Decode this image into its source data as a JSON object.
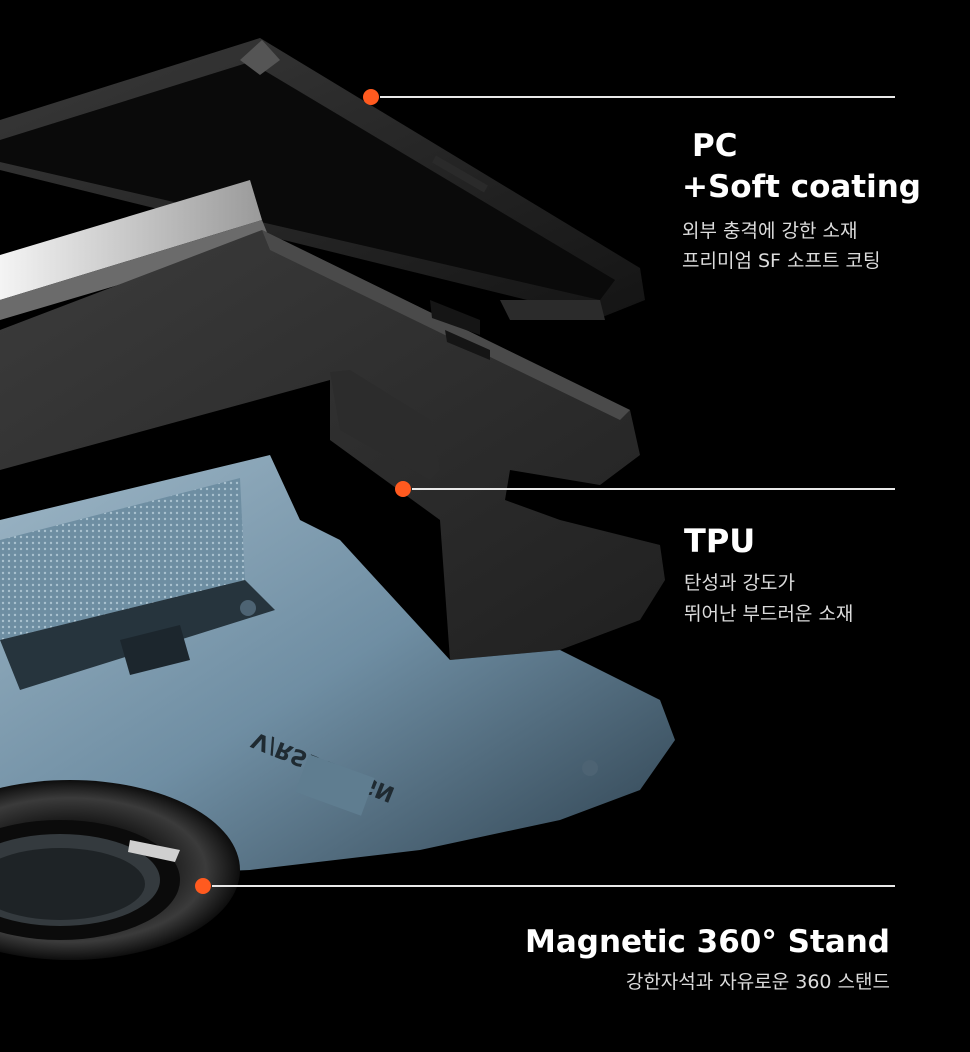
{
  "accent_color": "#ff5a1f",
  "line_color": "#e9e9e9",
  "product_logo": "V/RSDESIGN",
  "layers": [
    {
      "title_lines": [
        "PC",
        "+Soft coating"
      ],
      "desc_lines": [
        "외부 충격에 강한 소재",
        "프리미엄 SF 소프트 코팅"
      ]
    },
    {
      "title_lines": [
        "TPU"
      ],
      "desc_lines": [
        "탄성과 강도가",
        "뛰어난 부드러운 소재"
      ]
    },
    {
      "title_lines": [
        "Magnetic 360° Stand"
      ],
      "desc_lines": [
        "강한자석과 자유로운 360 스탠드"
      ]
    }
  ]
}
